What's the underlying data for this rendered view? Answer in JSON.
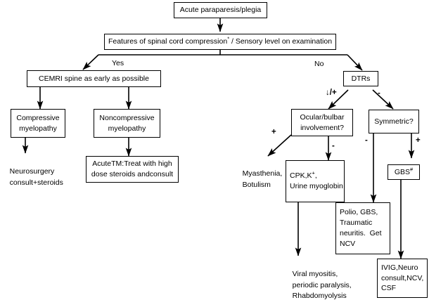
{
  "diagram": {
    "title": "Acute paraparesis/plegia evaluation algorithm",
    "stroke_color": "#000000",
    "background_color": "#ffffff",
    "nodes": {
      "root": {
        "lines": [
          "Acute paraparesis/plegia"
        ]
      },
      "features": {
        "lines": [
          "Features of spinal cord compression* / Sensory level on examination"
        ]
      },
      "cemri": {
        "lines": [
          "CEMRI spine as early as possible"
        ]
      },
      "dtrs": {
        "lines": [
          "DTRs"
        ]
      },
      "compressive": {
        "lines": [
          "Compressive",
          "myelopathy"
        ]
      },
      "noncompressive": {
        "lines": [
          "Noncompressive",
          "myelopathy"
        ]
      },
      "acutetm": {
        "lines": [
          "AcuteTM:Treat with high",
          "dose steroids andconsult"
        ]
      },
      "ocular": {
        "lines": [
          "Ocular/bulbar",
          "involvement?"
        ]
      },
      "symmetric": {
        "lines": [
          "Symmetric?"
        ]
      },
      "cpk": {
        "lines": [
          "CPK,K+,",
          "Urine myoglobin"
        ]
      },
      "gbs": {
        "lines": [
          "GBS#"
        ]
      },
      "polio": {
        "lines": [
          "Polio, GBS,",
          "Traumatic",
          "neuritis.  Get",
          "NCV"
        ]
      },
      "ivig": {
        "lines": [
          "IVIG,Neuro",
          "consult,NCV,",
          "CSF"
        ]
      }
    },
    "free_text": {
      "neurosurgery": {
        "lines": [
          "Neurosurgery",
          "consult+steroids"
        ]
      },
      "myasthenia": {
        "lines": [
          "Myasthenia,",
          "Botulism"
        ]
      },
      "viral": {
        "lines": [
          "Viral myositis,",
          "periodic paralysis,",
          "Rhabdomyolysis"
        ]
      }
    },
    "edge_labels": {
      "yes": "Yes",
      "no": "No",
      "dtrs_left": "↓/+",
      "dtrs_right": "-",
      "ocular_plus": "+",
      "ocular_minus": "-",
      "symmetric_minus": "-",
      "symmetric_plus": "+"
    }
  }
}
